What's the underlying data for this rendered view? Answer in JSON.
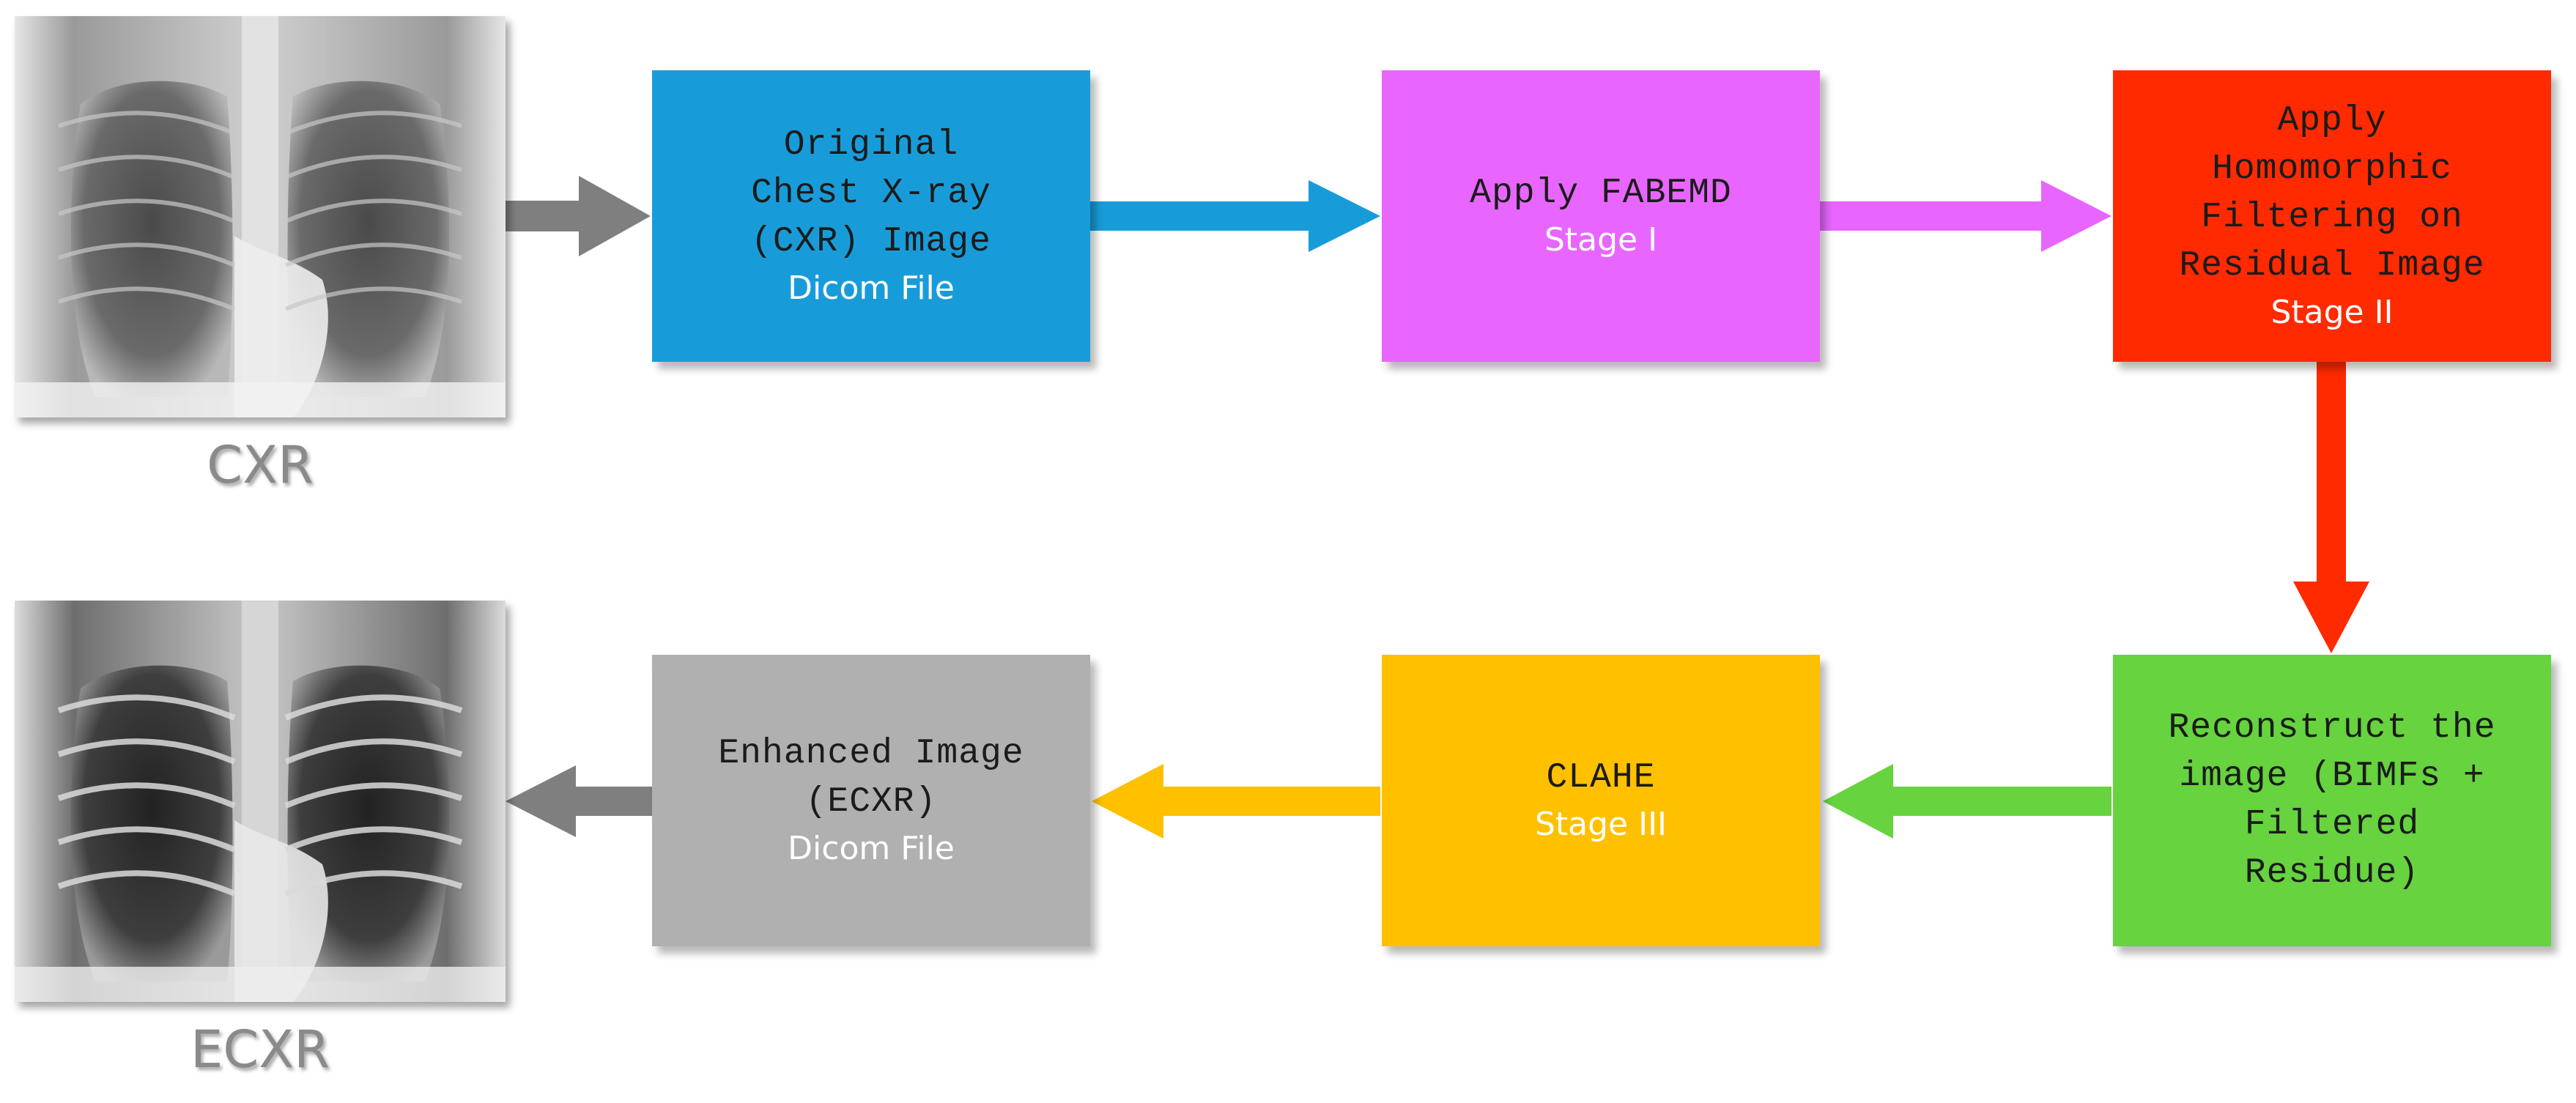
{
  "images": {
    "cxr_label": "CXR",
    "ecxr_label": "ECXR"
  },
  "boxes": {
    "original": {
      "title": "Original\nChest X-ray\n(CXR) Image",
      "subtitle": "Dicom File",
      "color": "#189CD9"
    },
    "fabemd": {
      "title": "Apply FABEMD",
      "subtitle": "Stage I",
      "color": "#E866FF"
    },
    "homomorphic": {
      "title": "Apply\nHomomorphic\nFiltering on\nResidual Image",
      "subtitle": "Stage II",
      "color": "#FF2A00"
    },
    "reconstruct": {
      "title": "Reconstruct the\nimage (BIMFs +\nFiltered\nResidue)",
      "subtitle": "",
      "color": "#66D33F"
    },
    "clahe": {
      "title": "CLAHE",
      "subtitle": "Stage III",
      "color": "#FFC000"
    },
    "enhanced": {
      "title": "Enhanced Image\n(ECXR)",
      "subtitle": "Dicom File",
      "color": "#B0B0B0"
    }
  },
  "colors": {
    "gray_arrow": "#7F7F7F",
    "blue_arrow": "#189CD9",
    "pink_arrow": "#E866FF",
    "red_arrow": "#FF2A00",
    "green_arrow": "#66D33F",
    "yellow_arrow": "#FFC000"
  }
}
